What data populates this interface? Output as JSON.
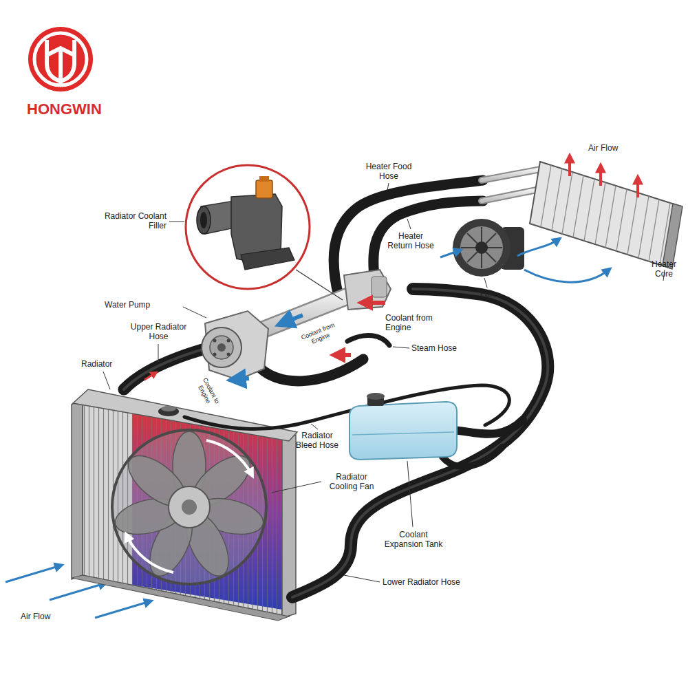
{
  "diagram": {
    "labels": [
      "HONGWIN",
      "Air Flow",
      "Heater Food Hose",
      "Radiator Coolant Filler",
      "Heater Return Hose",
      "Fan",
      "Heater Core",
      "Coolant from Engine",
      "Water Pump",
      "Upper Radiator Hose",
      "Coolant from Engine",
      "Steam Hose",
      "Radiator",
      "Coolant to Engine",
      "Radiator Bleed Hose",
      "Radiator Cooling Fan",
      "Coolant Expansion Tank",
      "Lower Radiator Hose",
      "Air Flow"
    ]
  }
}
